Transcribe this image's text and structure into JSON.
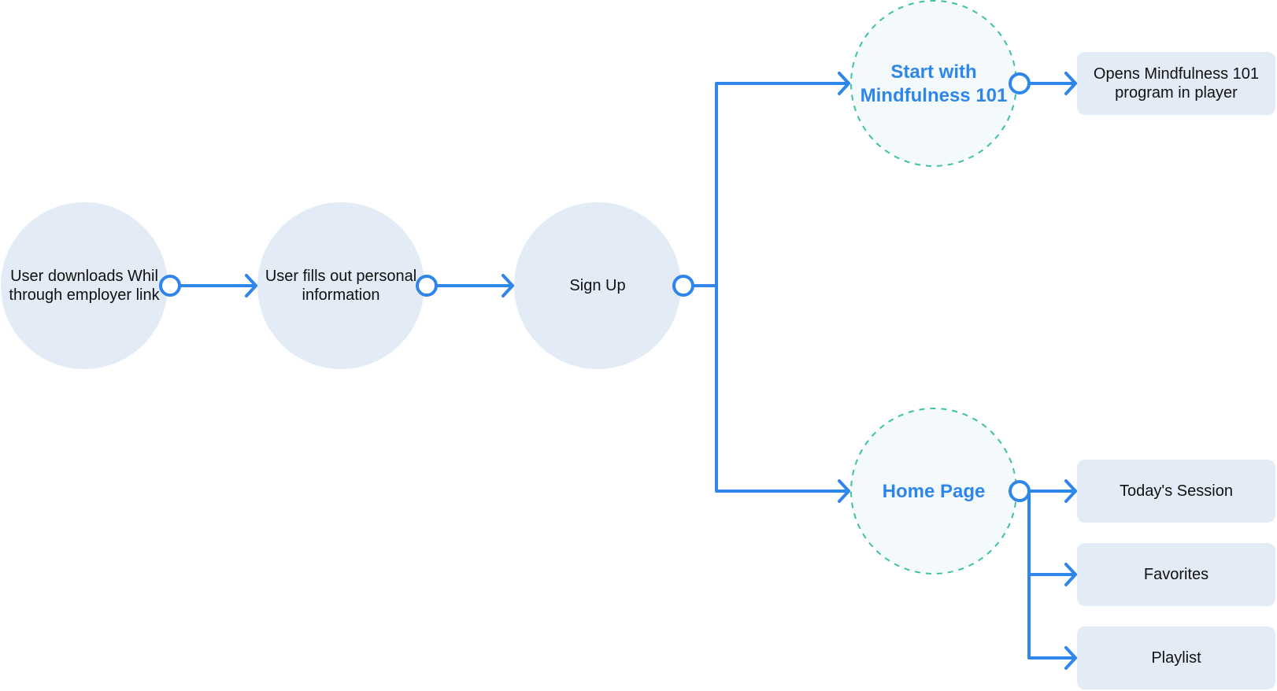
{
  "colors": {
    "node_fill": "#e3ebf7",
    "decision_fill": "#f4fafb",
    "decision_border": "#3fc1a5",
    "connector": "#2f86ea",
    "accent_text": "#2f86ea",
    "text": "#111111"
  },
  "nodes": {
    "download": {
      "line1": "User downloads Whil",
      "line2": "through employer link"
    },
    "personal_info": {
      "line1": "User fills out personal",
      "line2": "information"
    },
    "sign_up": {
      "label": "Sign Up"
    },
    "mindfulness": {
      "line1": "Start with",
      "line2": "Mindfulness 101"
    },
    "home_page": {
      "label": "Home Page"
    },
    "opens_program": {
      "line1": "Opens Mindfulness 101",
      "line2": "program in player"
    },
    "todays_session": {
      "label": "Today's Session"
    },
    "favorites": {
      "label": "Favorites"
    },
    "playlist": {
      "label": "Playlist"
    }
  }
}
